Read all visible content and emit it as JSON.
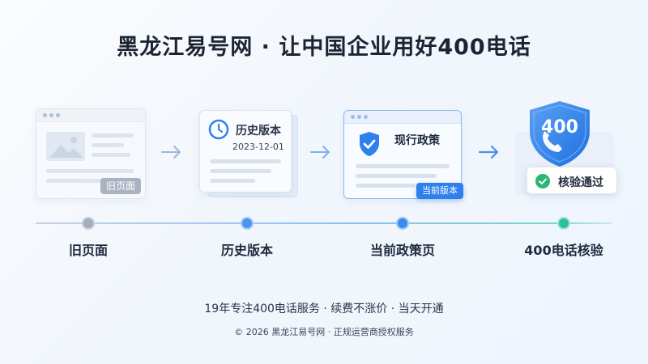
{
  "title": "黑龙江易号网 · 让中国企业用好400电话",
  "steps": [
    {
      "label": "旧页面",
      "badge": "旧页面"
    },
    {
      "label": "历史版本",
      "card_title": "历史版本",
      "date": "2023-12-01"
    },
    {
      "label": "当前政策页",
      "card_title": "现行政策",
      "badge": "当前版本"
    },
    {
      "label": "400电话核验",
      "shield_text": "400",
      "pill": "核验通过"
    }
  ],
  "tagline": "19年专注400电话服务 · 续费不涨价 · 当天开通",
  "footer": "© 2026 黑龙江易号网 · 正规运营商授权服务",
  "colors": {
    "accent": "#2f80ed",
    "old_gray": "#a3adbd",
    "success": "#2bb673",
    "teal_node": "#2fbf9f"
  }
}
